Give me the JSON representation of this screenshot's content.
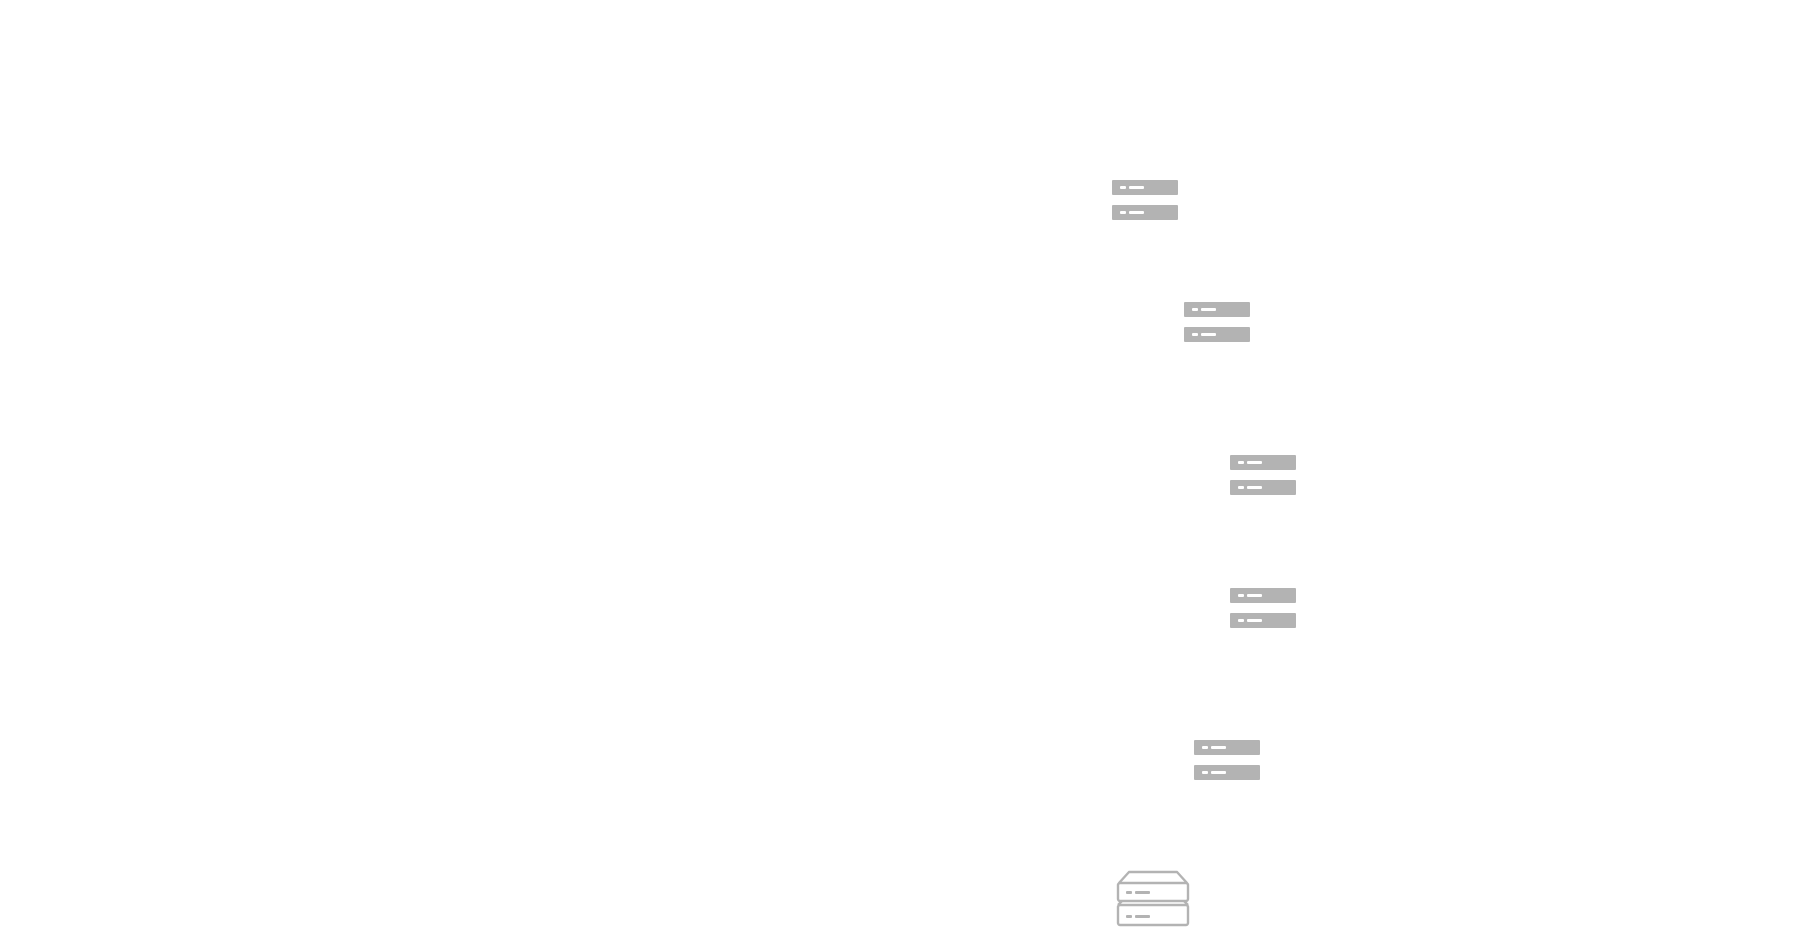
{
  "diagram": {
    "colors": {
      "node_fill": "#b3b3b3",
      "node_detail": "#ffffff",
      "storage_stroke": "#b3b3b3",
      "background": "#ffffff"
    },
    "nodes": [
      {
        "id": "server-1",
        "icon": "server-rack-icon"
      },
      {
        "id": "server-2",
        "icon": "server-rack-icon"
      },
      {
        "id": "server-3",
        "icon": "server-rack-icon"
      },
      {
        "id": "server-4",
        "icon": "server-rack-icon"
      },
      {
        "id": "server-5",
        "icon": "server-rack-icon"
      },
      {
        "id": "storage-1",
        "icon": "storage-array-icon"
      }
    ]
  }
}
